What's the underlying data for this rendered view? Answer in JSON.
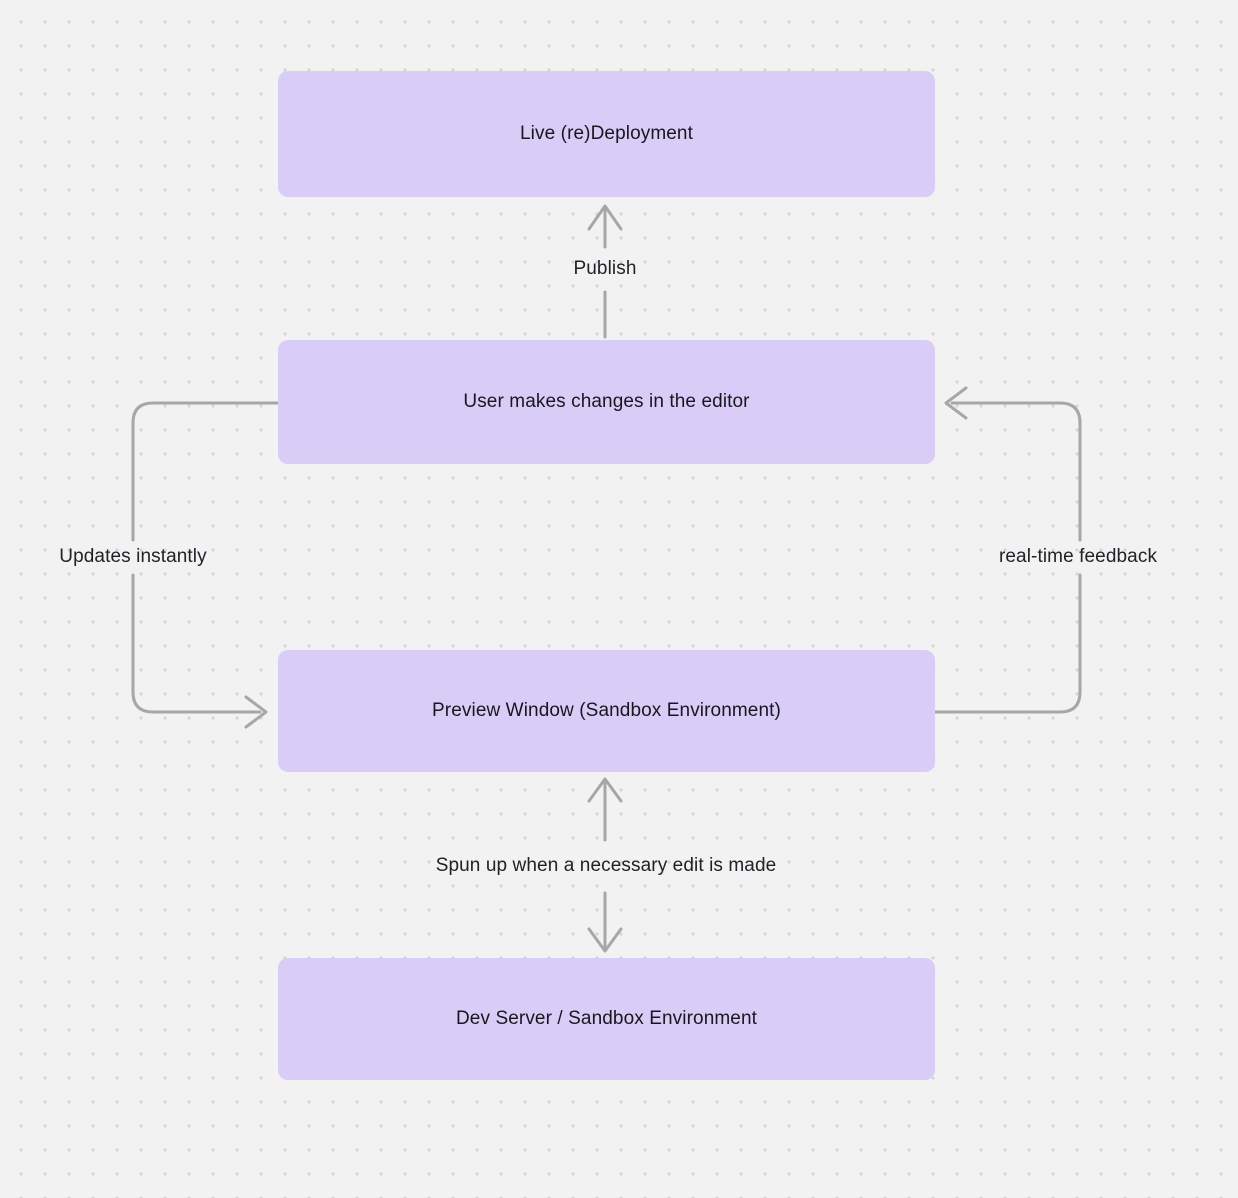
{
  "diagram": {
    "nodes": [
      {
        "id": "live-deployment",
        "label": "Live (re)Deployment"
      },
      {
        "id": "editor-changes",
        "label": "User makes changes in the editor"
      },
      {
        "id": "preview-window",
        "label": "Preview Window (Sandbox Environment)"
      },
      {
        "id": "dev-server",
        "label": "Dev Server / Sandbox Environment"
      }
    ],
    "edges": [
      {
        "id": "publish",
        "label": "Publish",
        "from": "editor-changes",
        "to": "live-deployment",
        "direction": "up"
      },
      {
        "id": "updates-instantly",
        "label": "Updates instantly",
        "from": "editor-changes",
        "to": "preview-window",
        "direction": "left-side-down"
      },
      {
        "id": "real-time-feedback",
        "label": "real-time feedback",
        "from": "preview-window",
        "to": "editor-changes",
        "direction": "right-side-up"
      },
      {
        "id": "spun-up",
        "label": "Spun up when a necessary edit is made",
        "from": "preview-window",
        "to": "dev-server",
        "direction": "bidirectional"
      }
    ],
    "colors": {
      "background": "#f2f2f2",
      "dot_grid": "#d5d5d5",
      "node_fill": "#d9cdf7",
      "node_text": "#17181c",
      "connector": "#a7a7a7",
      "label_text": "#212227"
    }
  }
}
